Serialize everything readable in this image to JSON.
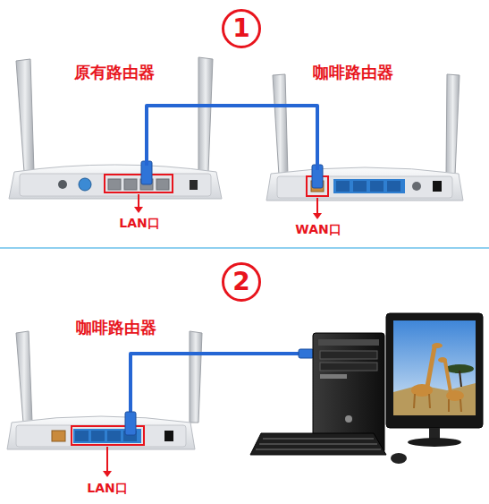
{
  "diagram": {
    "nodes": [
      {
        "text": [
          "1"
        ]
      },
      {
        "text": [
          "原有路由器"
        ]
      },
      {
        "text": [
          "咖啡路由器"
        ]
      },
      {
        "text": [
          "2"
        ]
      },
      {
        "text": [
          "咖啡路由器"
        ]
      }
    ],
    "edges": [
      {
        "from": 1,
        "to": 2,
        "arrow": "none"
      }
    ],
    "labels": [
      "LAN口",
      "WAN口",
      "LAN口"
    ]
  }
}
